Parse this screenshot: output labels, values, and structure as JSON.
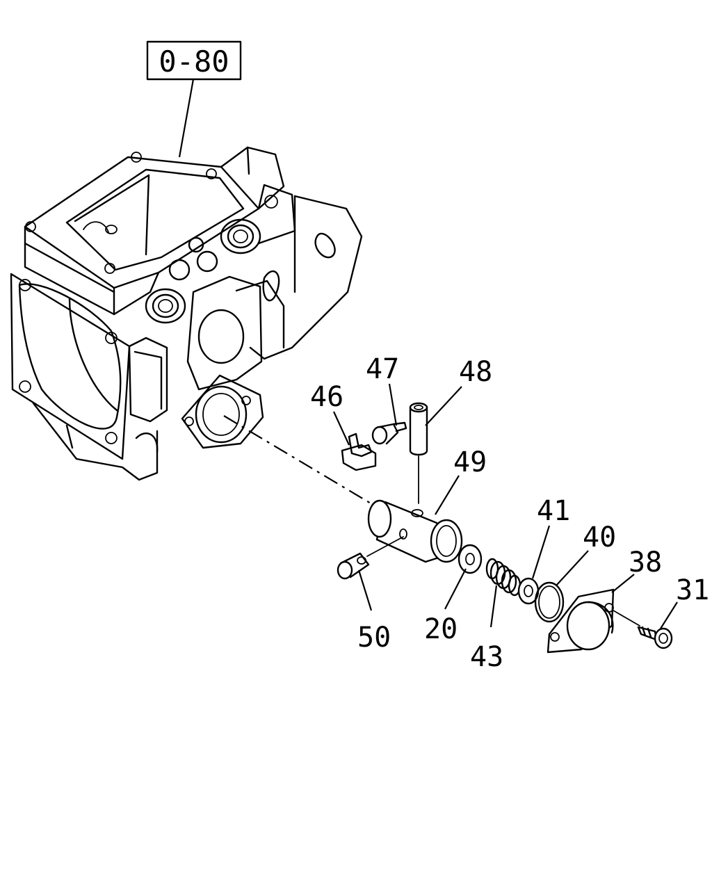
{
  "reference": {
    "label": "0-80"
  },
  "callouts": [
    {
      "id": "46",
      "label": "46"
    },
    {
      "id": "47",
      "label": "47"
    },
    {
      "id": "48",
      "label": "48"
    },
    {
      "id": "49",
      "label": "49"
    },
    {
      "id": "41",
      "label": "41"
    },
    {
      "id": "40",
      "label": "40"
    },
    {
      "id": "38",
      "label": "38"
    },
    {
      "id": "31",
      "label": "31"
    },
    {
      "id": "50",
      "label": "50"
    },
    {
      "id": "20",
      "label": "20"
    },
    {
      "id": "43",
      "label": "43"
    }
  ]
}
